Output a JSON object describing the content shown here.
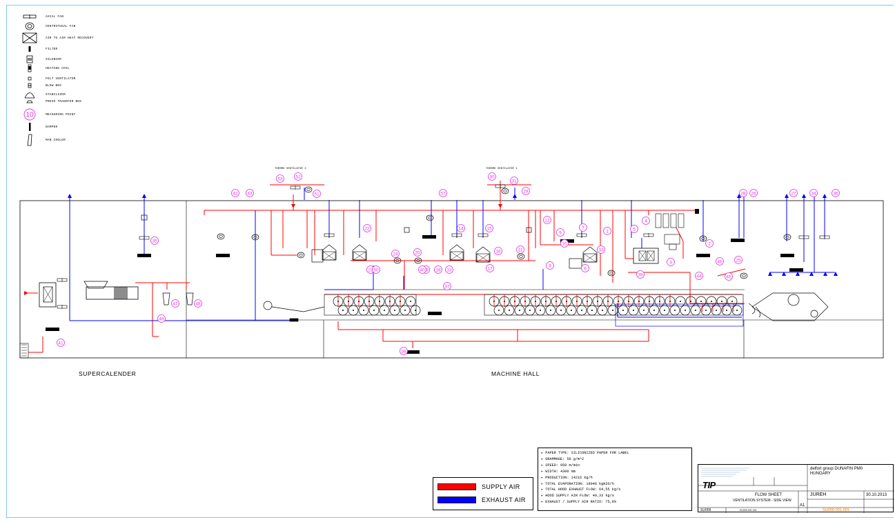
{
  "legend": [
    {
      "icon": "axial-fan-icon",
      "label": "AXIAL FAN"
    },
    {
      "icon": "centrifugal-fan-icon",
      "label": "CENTRIFUGAL FAN"
    },
    {
      "icon": "heat-recovery-icon",
      "label": "AIR TO AIR HEAT RECOVERY"
    },
    {
      "icon": "filter-icon",
      "label": "FILTER"
    },
    {
      "icon": "silencer-icon",
      "label": "SILENCER"
    },
    {
      "icon": "heating-coil-icon",
      "label": "HEATING COIL"
    },
    {
      "icon": "felt-ventilator-icon",
      "label": "FELT VENTILATOR"
    },
    {
      "icon": "blow-box-icon",
      "label": "BLOW BOX"
    },
    {
      "icon": "stabilizer-icon",
      "label": "STABILIZER"
    },
    {
      "icon": "press-transfer-box-icon",
      "label": "PRESS TRANSFER BOX"
    },
    {
      "icon": "measuring-point-icon",
      "label": "MEASURING POINT",
      "symbol": "10"
    },
    {
      "icon": "damper-icon",
      "label": "DAMPER"
    },
    {
      "icon": "man-cooler-icon",
      "label": "MAN COOLER"
    }
  ],
  "areas": {
    "supercalender": "SUPERCALENDER",
    "machine_hall": "MACHINE HALL"
  },
  "ventilators": {
    "thermo_2": "THERMO VENTILATOR 2",
    "thermo_1": "THERMO VENTILATOR 1"
  },
  "colors": {
    "supply": "#ff0000",
    "exhaust": "#0000ff",
    "measuring_point": "#e030e0",
    "frame": "#7fc9ef"
  },
  "air_legend": {
    "supply_label": "SUPPLY AIR",
    "exhaust_label": "EXHAUST AIR"
  },
  "process_data": [
    "PAPER TYPE: SILICONIZED PAPER FOR LABEL",
    "GRAMMAGE: 58 g/m^2",
    "SPEED: 950 m/min",
    "WIDTH: 4300 mm",
    "PRODUCTION: 14216 kg/h",
    "TOTAL EVAPORATION: 19046 kgH2O/h",
    "TOTAL HOOD EXHAUST FLOW: 64,55 kg/s",
    "HOOD SUPPLY AIR FLOW: 49,33 kg/s",
    "EXHAUST / SUPPLY AIR RATIO: 75,8%"
  ],
  "title_block": {
    "client": "delfort group DUNAFIN PM0",
    "country": "HUNGARY",
    "logo": "TIP",
    "title": "FLOW SHEET",
    "subtitle": "VENTILATION SYSTEM - SIDE VIEW",
    "drawn_by": "JUREH",
    "date": "30.10.2013",
    "project": "SU009",
    "size": "A1",
    "drawing_no": "SU009-001-001",
    "drawing_no_small": "SU009-001-001"
  },
  "measuring_points": {
    "tv2": [
      "53",
      "52",
      "51"
    ],
    "tv1": [
      "30",
      "31",
      "29"
    ],
    "top_left": [
      "42",
      "43",
      "57"
    ],
    "right": [
      "28",
      "26",
      "27",
      "34",
      "36",
      "25"
    ],
    "mid": [
      "22",
      "23",
      "24",
      "20",
      "19",
      "18",
      "13",
      "14",
      "15",
      "16",
      "17",
      "11",
      "12",
      "9",
      "10",
      "8",
      "7",
      "6",
      "5",
      "4",
      "3",
      "2",
      "1"
    ],
    "misc": [
      "50",
      "47",
      "48",
      "49",
      "41",
      "37",
      "38",
      "44",
      "45",
      "46",
      "39",
      "40",
      "35",
      "33"
    ]
  }
}
